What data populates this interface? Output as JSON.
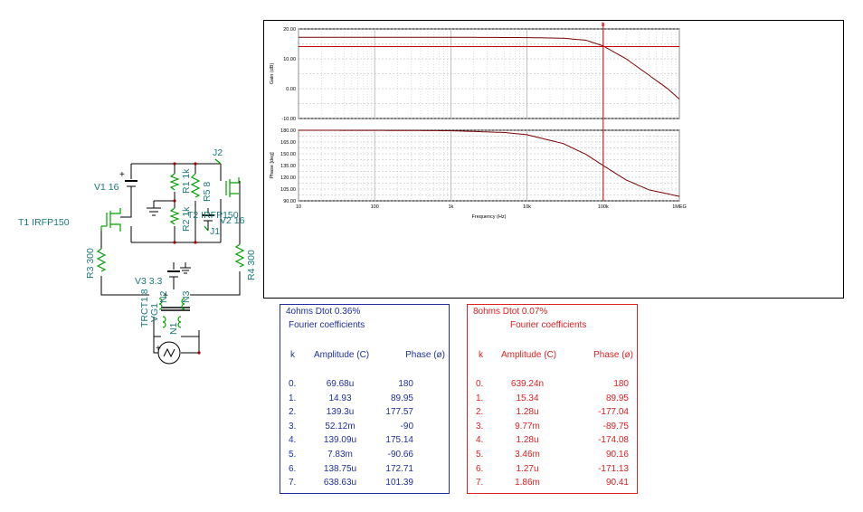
{
  "schematic": {
    "labels": {
      "v1": "V1 16",
      "j2": "J2",
      "r1": "R1 1k",
      "r5": "R5 8",
      "r2": "R2 1k",
      "t2": "T2 IRFP150",
      "v2": "V2 16",
      "j1": "J1",
      "t1": "T1 IRFP150",
      "r3": "R3 300",
      "r4": "R4 300",
      "v3": "V3 3.3",
      "trct1": "TRCT1 8",
      "vg1": "VG1",
      "n2": "N2",
      "n3": "N3",
      "n1": "N1"
    },
    "colors": {
      "wire": "#000000",
      "component": "#00a000",
      "label": "#1a7a7a"
    }
  },
  "bode": {
    "cursor_label": "b",
    "gain_axis_label": "Gain (dB)",
    "phase_axis_label": "Phase [deg]",
    "frequency_axis_label": "Frequency (Hz)",
    "gain_ticks": [
      "20.00",
      "10.00",
      "0.00",
      "-10.00"
    ],
    "phase_ticks": [
      "180.00",
      "165.00",
      "150.00",
      "135.00",
      "120.00",
      "105.00",
      "90.00"
    ],
    "freq_ticks": [
      "10",
      "100",
      "1k",
      "10k",
      "100k",
      "1MEG"
    ],
    "colors": {
      "curve": "#7a0000",
      "cursor": "#cc0000",
      "grid": "#b0b0b0"
    }
  },
  "chart_data": [
    {
      "type": "line",
      "title": "",
      "xlabel": "",
      "ylabel": "Gain (dB)",
      "xscale": "log",
      "xlim": [
        10,
        1000000
      ],
      "ylim": [
        -10,
        20
      ],
      "x": [
        10,
        100,
        1000,
        10000,
        30000,
        60000,
        100000,
        200000,
        400000,
        700000,
        1000000
      ],
      "series": [
        {
          "values": [
            17.2,
            17.2,
            17.2,
            17.1,
            16.9,
            16.2,
            14.3,
            10.0,
            4.5,
            0.0,
            -3.5
          ]
        }
      ],
      "cursor_x": 100000,
      "marker_y": 14.1,
      "grid": true
    },
    {
      "type": "line",
      "title": "",
      "xlabel": "Frequency (Hz)",
      "ylabel": "Phase [deg]",
      "xscale": "log",
      "xlim": [
        10,
        1000000
      ],
      "ylim": [
        90,
        180
      ],
      "x": [
        10,
        100,
        1000,
        5000,
        10000,
        30000,
        60000,
        100000,
        200000,
        400000,
        1000000
      ],
      "series": [
        {
          "values": [
            179.99,
            179.9,
            179.4,
            177.2,
            174.3,
            163.0,
            149.0,
            135.0,
            116.6,
            104.0,
            95.7
          ]
        }
      ],
      "cursor_x": 100000,
      "grid": true
    }
  ],
  "tables": [
    {
      "title": "4ohms Dtot 0.36%",
      "subtitle": "Fourier coefficients",
      "headers": [
        "k",
        "Amplitude (C)",
        "Phase (ø)"
      ],
      "rows": [
        [
          "0.",
          "69.68u",
          "180"
        ],
        [
          "1.",
          "14.93",
          "89.95"
        ],
        [
          "2.",
          "139.3u",
          "177.57"
        ],
        [
          "3.",
          "52.12m",
          "-90"
        ],
        [
          "4.",
          "139.09u",
          "175.14"
        ],
        [
          "5.",
          "7.83m",
          "-90.66"
        ],
        [
          "6.",
          "138.75u",
          "172.71"
        ],
        [
          "7.",
          "638.63u",
          "101.39"
        ]
      ],
      "color": "#1f2f9e"
    },
    {
      "title": "8ohms Dtot 0.07%",
      "subtitle": "Fourier coefficients",
      "headers": [
        "k",
        "Amplitude (C)",
        "Phase (ø)"
      ],
      "rows": [
        [
          "0.",
          "639.24n",
          "180"
        ],
        [
          "1.",
          "15.34",
          "89.95"
        ],
        [
          "2.",
          "1.28u",
          "-177.04"
        ],
        [
          "3.",
          "9.77m",
          "-89.75"
        ],
        [
          "4.",
          "1.28u",
          "-174.08"
        ],
        [
          "5.",
          "3.46m",
          "90.16"
        ],
        [
          "6.",
          "1.27u",
          "-171.13"
        ],
        [
          "7.",
          "1.86m",
          "90.41"
        ]
      ],
      "color": "#e02020"
    }
  ]
}
